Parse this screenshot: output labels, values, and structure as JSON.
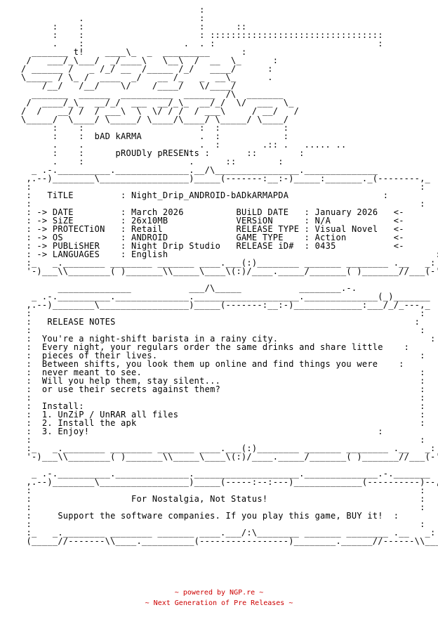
{
  "header": {
    "group_name": "bAD kARMA",
    "proudly_presents": "pROUDly pRESENts",
    "badge": "t!"
  },
  "release": {
    "title_label": "TiTLE",
    "title": "Night_Drip_ANDROID-bADkARMAPDA",
    "date_label": "DATE",
    "date": "March 2026",
    "size_label": "SiZE",
    "size": "26x10MB",
    "protection_label": "PROTECTiON",
    "protection": "Retail",
    "os_label": "OS",
    "os": "ANDROID",
    "publisher_label": "PUBLiSHER",
    "publisher": "Night Drip Studio",
    "languages_label": "LANGUAGES",
    "languages": "English",
    "build_date_label": "BUiLD DATE",
    "build_date": "January 2026",
    "version_label": "VERSiON",
    "version": "N/A",
    "release_type_label": "RELEASE TYPE",
    "release_type": "Visual Novel",
    "game_type_label": "GAME TYPE",
    "game_type": "Action",
    "release_id_label": "RELEASE iD#",
    "release_id": "0435"
  },
  "notes": {
    "heading": "RELEASE NOTES",
    "line1": "You're a night-shift barista in a rainy city.",
    "line2": "Every night, your regulars order the same drinks and share little",
    "line3": "pieces of their lives.",
    "line4": "Between shifts, you look them up online and find things you were",
    "line5": "never meant to see.",
    "line6": "Will you help them, stay silent...",
    "line7": "or use their secrets against them?",
    "install_heading": "Install:",
    "step1": "1. UnZiP / UnRAR all files",
    "step2": "2. Install the apk",
    "step3": "3. Enjoy!"
  },
  "closing": {
    "slogan": "For Nostalgia, Not Status!",
    "support": "Support the software companies. If you play this game, BUY it!"
  },
  "footer": {
    "powered_by": "~ powered by NGP.re ~",
    "tagline": "~ Next Generation of Pre Releases ~"
  }
}
